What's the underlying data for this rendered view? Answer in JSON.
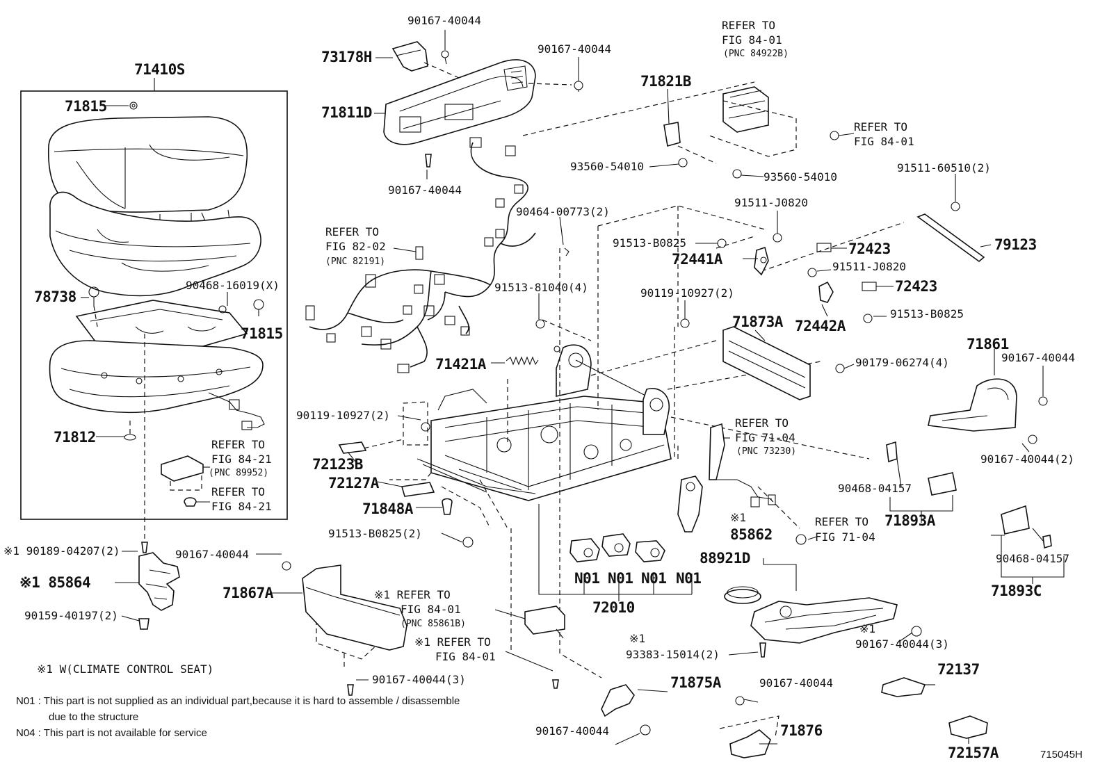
{
  "diagram_id": "715045H",
  "labels": {
    "p71410S": "71410S",
    "p71815a": "71815",
    "p78738": "78738",
    "p90468_16019": "90468-16019(X)",
    "p71815b": "71815",
    "p71812": "71812",
    "refer_8421a_1": "REFER TO",
    "refer_8421a_2": "FIG 84-21",
    "refer_8421a_3": "(PNC 89952)",
    "refer_8421b_1": "REFER TO",
    "refer_8421b_2": "FIG 84-21",
    "p90189": "※1 90189-04207(2)",
    "p85864": "※1 85864",
    "p90159": "90159-40197(2)",
    "climate_note": "※1 W(CLIMATE CONTROL SEAT)",
    "p90167_a": "90167-40044",
    "p73178H": "73178H",
    "p90167_b": "90167-40044",
    "p71811D": "71811D",
    "p90167_c": "90167-40044",
    "refer_8202_1": "REFER TO",
    "refer_8202_2": "FIG 82-02",
    "refer_8202_3": "(PNC 82191)",
    "p90464": "90464-00773(2)",
    "refer_8401a_1": "REFER TO",
    "refer_8401a_2": "FIG 84-01",
    "refer_8401a_3": "(PNC 84922B)",
    "p71821B": "71821B",
    "refer_8401b_1": "REFER TO",
    "refer_8401b_2": "FIG 84-01",
    "p93560_a": "93560-54010",
    "p93560_b": "93560-54010",
    "p91511_60510": "91511-60510(2)",
    "p91511_J0820a": "91511-J0820",
    "p91513_B0825a": "91513-B0825",
    "p72423a": "72423",
    "p72441A": "72441A",
    "p79123": "79123",
    "p91511_J0820b": "91511-J0820",
    "p72423b": "72423",
    "p91513_81040": "91513-81040(4)",
    "p90119_a": "90119-10927(2)",
    "p72442A": "72442A",
    "p91513_B0825b": "91513-B0825",
    "p71873A": "71873A",
    "p71861": "71861",
    "p90167_d": "90167-40044",
    "p71421A": "71421A",
    "p90179": "90179-06274(4)",
    "p90119_b": "90119-10927(2)",
    "p72123B": "72123B",
    "refer_7104a_1": "REFER TO",
    "refer_7104a_2": "FIG 71-04",
    "refer_7104a_3": "(PNC 73230)",
    "p90167_e": "90167-40044(2)",
    "p72127A": "72127A",
    "p71848A": "71848A",
    "p90468_04157a": "90468-04157",
    "p71893A": "71893A",
    "p91513_B0825c": "91513-B0825(2)",
    "mark1_a": "※1",
    "p85862": "85862",
    "refer_7104b_1": "REFER TO",
    "refer_7104b_2": "FIG 71-04",
    "p90468_04157b": "90468-04157",
    "p71893C": "71893C",
    "p90167_f": "90167-40044",
    "p71867A": "71867A",
    "n01_a": "N01",
    "n01_b": "N01",
    "n01_c": "N01",
    "n01_d": "N01",
    "p88921D": "88921D",
    "p72010": "72010",
    "refer_8401c_1": "※1  REFER TO",
    "refer_8401c_2": "FIG 84-01",
    "refer_8401c_3": "(PNC 85861B)",
    "refer_8401d_1": "※1 REFER TO",
    "refer_8401d_2": "FIG 84-01",
    "mark1_b": "※1",
    "p93383": "93383-15014(2)",
    "mark1_c": "※1",
    "p90167_g": "90167-40044(3)",
    "p90167_h": "90167-40044(3)",
    "p71875A": "71875A",
    "p90167_i": "90167-40044",
    "p72137": "72137",
    "p90167_j": "90167-40044",
    "p71876": "71876",
    "p72157A": "72157A"
  },
  "notes": {
    "n01_line1": "N01 : This part is not supplied as an individual part,because it is hard to assemble / disassemble",
    "n01_line2": "due to the structure",
    "n04_line": "N04 : This part is not available for service"
  }
}
